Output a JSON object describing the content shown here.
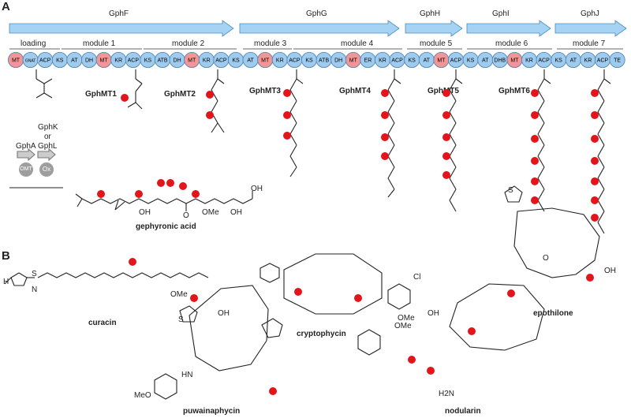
{
  "panelA": {
    "letter": "A",
    "genes": [
      "GphF",
      "GphG",
      "GphH",
      "GphI",
      "GphJ"
    ],
    "modules": [
      "loading",
      "module 1",
      "module 2",
      "module 3",
      "module 4",
      "module 5",
      "module 6",
      "module 7"
    ],
    "domains": [
      "MT",
      "GNAT",
      "ACP",
      "KS",
      "AT",
      "DH",
      "MT",
      "KR",
      "ACP",
      "KS",
      "ATB",
      "DH",
      "MT",
      "KR",
      "ACP",
      "KS",
      "AT",
      "MT",
      "KR",
      "ACP",
      "KS",
      "ATB",
      "DH",
      "MT",
      "ER",
      "KR",
      "ACP",
      "KS",
      "AT",
      "MT",
      "ACP",
      "KS",
      "AT",
      "DHB",
      "MT",
      "KR",
      "ACP",
      "KS",
      "AT",
      "KR",
      "ACP",
      "TE"
    ],
    "mt_labels": [
      "GphMT1",
      "GphMT2",
      "GphMT3",
      "GphMT4",
      "GphMT5",
      "GphMT6"
    ],
    "tailoring": {
      "geneA": "GphA",
      "geneK": "GphK",
      "or": "or",
      "geneL": "GphL",
      "omt": "OMT",
      "ox": "Ox"
    },
    "product_name": "gephyronic acid",
    "product_labels": {
      "oh1": "OH",
      "ome": "OMe",
      "oh2": "OH",
      "cooh": "OH",
      "o": "O"
    }
  },
  "panelB": {
    "letter": "B",
    "compounds": [
      "curacin",
      "cryptophycin",
      "epothilone",
      "puwainaphycin",
      "nodularin"
    ],
    "atom_labels": {
      "s": "S",
      "n": "N",
      "h": "H",
      "ome": "OMe",
      "cl": "Cl",
      "meo": "MeO",
      "oh": "OH",
      "nh": "HN",
      "h2n": "H2N",
      "o": "O"
    }
  },
  "colors": {
    "domain_blue": "#9ecbee",
    "domain_red": "#f49595",
    "arrow_blue": "#a6d3f3",
    "methyl_red": "#e4141b"
  }
}
